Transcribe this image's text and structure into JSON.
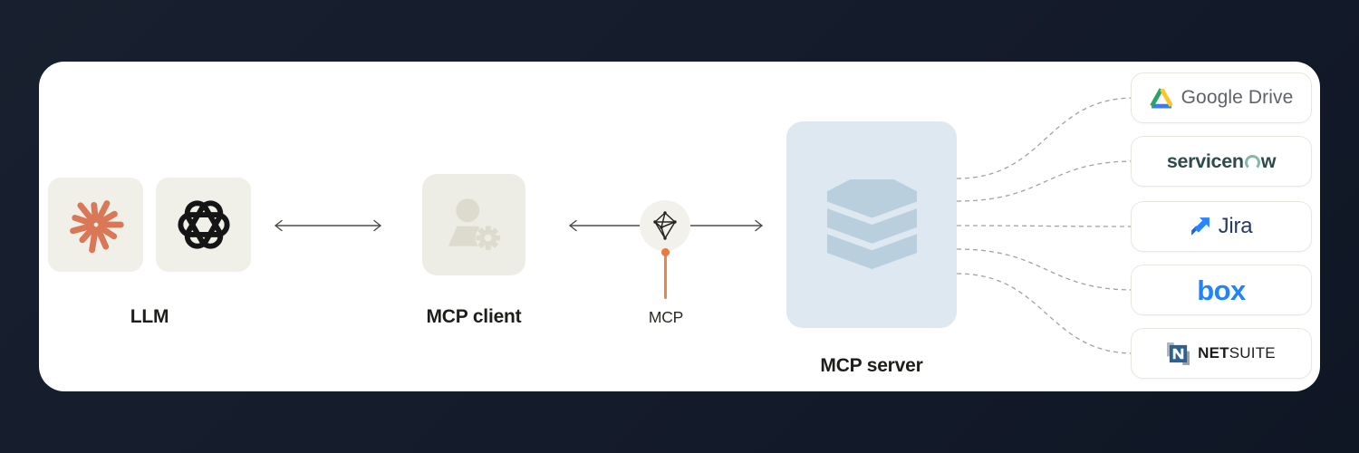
{
  "diagram": {
    "llm": {
      "label": "LLM",
      "icons": [
        "claude-logo",
        "openai-logo"
      ]
    },
    "mcp_client": {
      "label": "MCP client",
      "icon": "user-gear-icon"
    },
    "mcp": {
      "label": "MCP",
      "icon": "mcp-node-icon"
    },
    "mcp_server": {
      "label": "MCP server",
      "icon": "database-stack-icon"
    },
    "services": [
      {
        "id": "google-drive",
        "icon": "drive-triangle-icon",
        "label": "Google Drive"
      },
      {
        "id": "servicenow",
        "icon": "servicenow-o-icon",
        "prefix": "servicen",
        "suffix": "w"
      },
      {
        "id": "jira",
        "icon": "jira-arrows-icon",
        "label": "Jira"
      },
      {
        "id": "box",
        "label": "box"
      },
      {
        "id": "netsuite",
        "icon": "netsuite-n-icon",
        "label_bold": "NET",
        "label_light": "SUITE"
      }
    ],
    "colors": {
      "background": "#141B2B",
      "card": "#FFFFFF",
      "accent_orange": "#E8793F",
      "claude_orange": "#D97757",
      "beige_tile": "#F0EFE8",
      "client_icon_fill": "#DCDBCE",
      "server_box": "#DDE8F0",
      "server_icon": "#BACFDD",
      "connector_gray": "#A3A39C",
      "drive_text": "#5F6368",
      "drive_green": "#27A564",
      "drive_yellow": "#FFC72C",
      "drive_blue": "#3A7AF3",
      "servicenow_text": "#2E4A4D",
      "servicenow_o": "#85B8A8",
      "jira_text": "#253B66",
      "jira_blue": "#2684FF",
      "jira_dark": "#1B66D2",
      "box_blue": "#2284FB",
      "netsuite_navy": "#2F6190",
      "label_dark": "#1E1D19"
    }
  }
}
